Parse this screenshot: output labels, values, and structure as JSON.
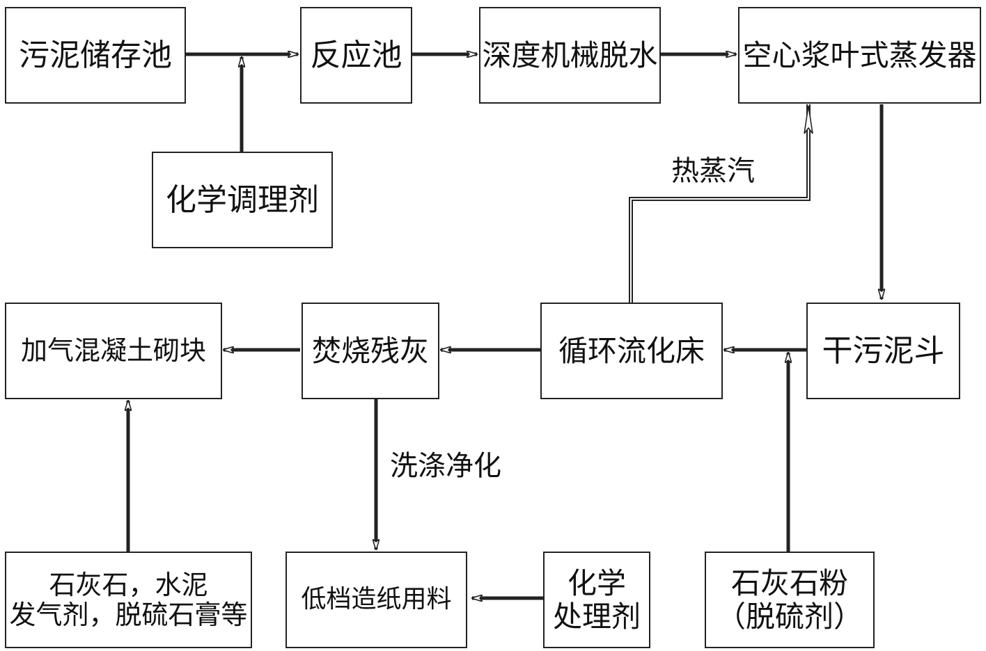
{
  "nodes": {
    "sludge_storage": "污泥储存池",
    "reaction_tank": "反应池",
    "deep_dewatering": "深度机械脱水",
    "paddle_evaporator": "空心浆叶式蒸发器",
    "chemical_conditioner": "化学调理剂",
    "dry_sludge_hopper": "干污泥斗",
    "fluidized_bed": "循环流化床",
    "incineration_ash": "焚烧残灰",
    "aerated_block": "加气混凝土砌块",
    "additives_line1": "石灰石，水泥",
    "additives_line2": "发气剂，脱硫石膏等",
    "paper_material": "低档造纸用料",
    "chem_treatment_line1": "化学",
    "chem_treatment_line2": "处理剂",
    "limestone_line1": "石灰石粉",
    "limestone_line2": "（脱硫剂）"
  },
  "edge_labels": {
    "hot_steam": "热蒸汽",
    "washing": "洗涤净化"
  },
  "colors": {
    "line": "#222222",
    "background": "#ffffff"
  }
}
